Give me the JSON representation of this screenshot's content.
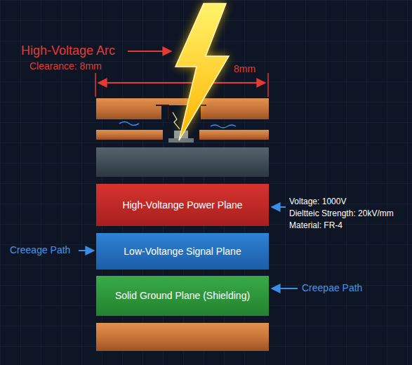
{
  "diagram": {
    "nodes": [
      {
        "text": [
          "High-Voltange Power Plane"
        ]
      },
      {
        "text": [
          "Low-Voltange Signal Plane"
        ]
      },
      {
        "text": [
          "Solid Ground Plane (Shielding)"
        ]
      }
    ],
    "labels": [
      "High-Voltage Arc",
      "Clearance: 8mm",
      "8mm",
      "Voltage: 1000V",
      "Dieltteic Strength: 20kV/mm",
      "Material: FR-4",
      "Creeage Path",
      "Creepae Path"
    ]
  }
}
